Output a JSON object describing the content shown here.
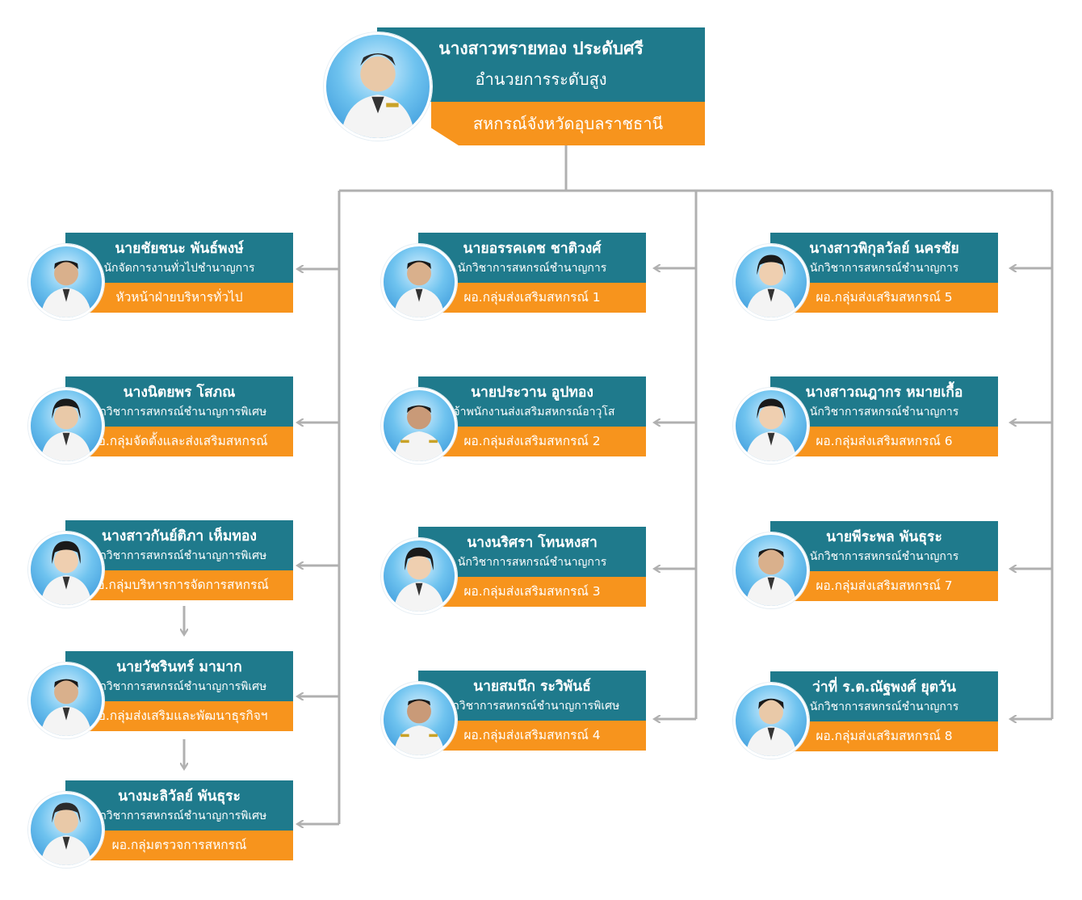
{
  "director": {
    "name": "นางสาวทรายทอง ประดับศรี",
    "position": "อำนวยการระดับสูง",
    "unit": "สหกรณ์จังหวัดอุบลราชธานี"
  },
  "columns": [
    {
      "members": [
        {
          "name": "นายชัยชนะ พันธ์พงษ์",
          "position": "นักจัดการงานทั่วไปชำนาญการ",
          "role": "หัวหน้าฝ่ายบริหารทั่วไป"
        },
        {
          "name": "นางนิตยพร โสภณ",
          "position": "นักวิชาการสหกรณ์ชำนาญการพิเศษ",
          "role": "ผอ.กลุ่มจัดตั้งและส่งเสริมสหกรณ์"
        },
        {
          "name": "นางสาวกันย์ติภา เห็มทอง",
          "position": "นักวิชาการสหกรณ์ชำนาญการพิเศษ",
          "role": "ผอ.กลุ่มบริหารการจัดการสหกรณ์"
        },
        {
          "name": "นายวัชรินทร์ มามาก",
          "position": "นักวิชาการสหกรณ์ชำนาญการพิเศษ",
          "role": "ผอ.กลุ่มส่งเสริมและพัฒนาธุรกิจฯ"
        },
        {
          "name": "นางมะลิวัลย์  พันธุระ",
          "position": "นักวิชาการสหกรณ์ชำนาญการพิเศษ",
          "role": "ผอ.กลุ่มตรวจการสหกรณ์"
        }
      ]
    },
    {
      "members": [
        {
          "name": "นายอรรคเดช ชาติวงศ์",
          "position": "นักวิชาการสหกรณ์ชำนาญการ",
          "role": "ผอ.กลุ่มส่งเสริมสหกรณ์ 1"
        },
        {
          "name": "นายประวาน อูปทอง",
          "position": "เจ้าพนักงานส่งเสริมสหกรณ์อาวุโส",
          "role": "ผอ.กลุ่มส่งเสริมสหกรณ์ 2"
        },
        {
          "name": "นางนริศรา  โทนหงสา",
          "position": "นักวิชาการสหกรณ์ชำนาญการ",
          "role": "ผอ.กลุ่มส่งเสริมสหกรณ์ 3"
        },
        {
          "name": "นายสมนึก ระวิพันธ์",
          "position": "นักวิชาการสหกรณ์ชำนาญการพิเศษ",
          "role": "ผอ.กลุ่มส่งเสริมสหกรณ์ 4"
        }
      ]
    },
    {
      "members": [
        {
          "name": "นางสาวพิกุลวัลย์ นครชัย",
          "position": "นักวิชาการสหกรณ์ชำนาญการ",
          "role": "ผอ.กลุ่มส่งเสริมสหกรณ์ 5"
        },
        {
          "name": "นางสาวณฎากร หมายเกื้อ",
          "position": "นักวิชาการสหกรณ์ชำนาญการ",
          "role": "ผอ.กลุ่มส่งเสริมสหกรณ์ 6"
        },
        {
          "name": "นายพีระพล พันธุระ",
          "position": "นักวิชาการสหกรณ์ชำนาญการ",
          "role": "ผอ.กลุ่มส่งเสริมสหกรณ์ 7"
        },
        {
          "name": "ว่าที่ ร.ต.ณัฐพงศ์ ยุตวัน",
          "position": "นักวิชาการสหกรณ์ชำนาญการ",
          "role": "ผอ.กลุ่มส่งเสริมสหกรณ์ 8"
        }
      ]
    }
  ],
  "colors": {
    "teal": "#1f7a8c",
    "orange": "#f7941d",
    "connector": "#b0b0b0"
  }
}
